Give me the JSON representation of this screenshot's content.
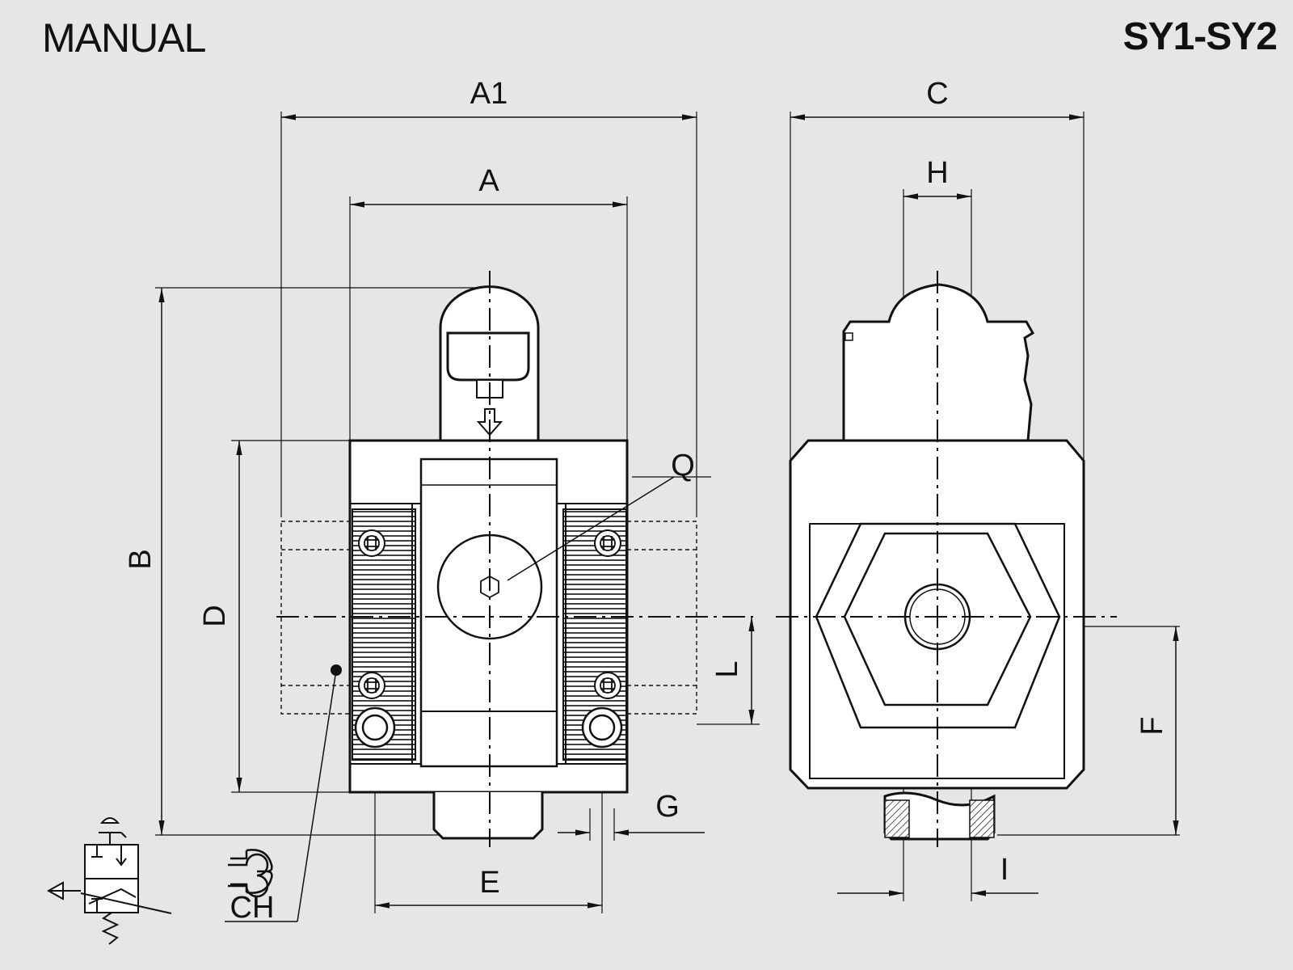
{
  "header": {
    "title_left": "MANUAL",
    "title_right": "SY1-SY2"
  },
  "dimensions": {
    "a1": "A1",
    "a": "A",
    "b": "B",
    "c": "C",
    "d": "D",
    "e": "E",
    "f": "F",
    "g": "G",
    "h": "H",
    "i": "I",
    "l": "L",
    "q": "Q",
    "ch": "CH"
  },
  "colors": {
    "background": "#e6e6e6",
    "ink": "#111111",
    "body_fill": "#ffffff"
  }
}
